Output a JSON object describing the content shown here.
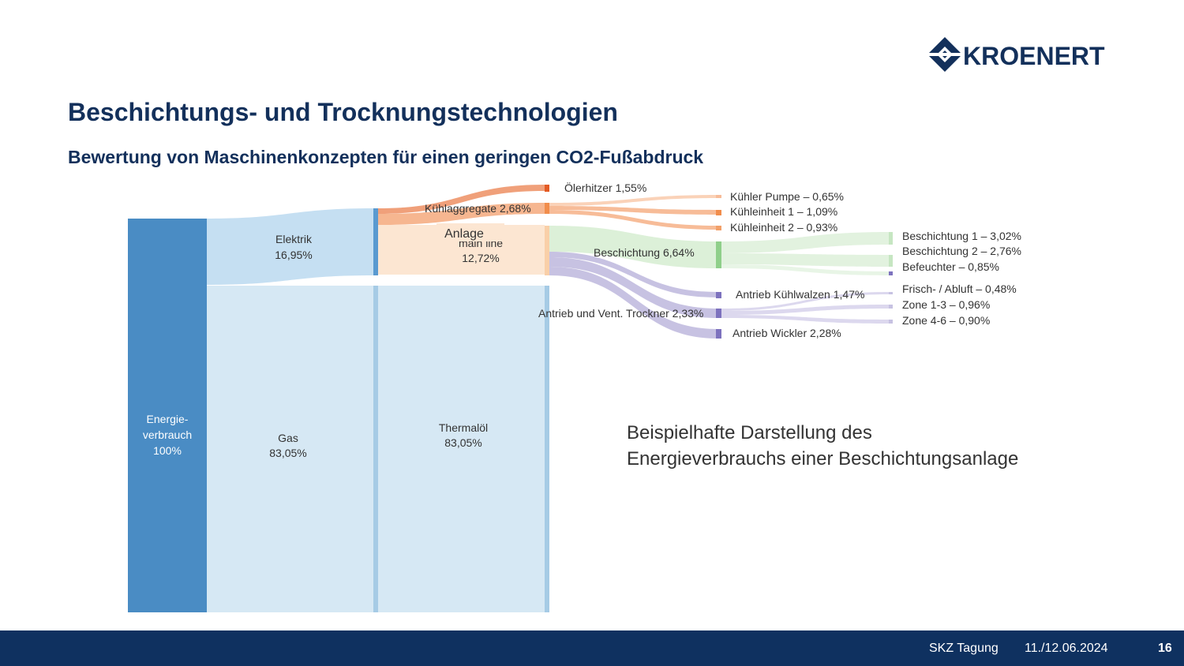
{
  "header": {
    "logo_text": "KROENERT",
    "title": "Beschichtungs- und Trocknungstechnologien",
    "subtitle": "Bewertung von Maschinenkonzepten für einen geringen CO2-Fußabdruck"
  },
  "colors": {
    "title": "#13305b",
    "footer_bg": "#0f3160",
    "root": "#4a8cc4",
    "elektrik": "#c5dff2",
    "gas": "#d6e8f4",
    "anlage": "#fce6d2",
    "kuehlung": "#f4a578",
    "oelerhitzer": "#e8713d",
    "beschichtung": "#a4d8a0",
    "antrieb": "#a7a0d4"
  },
  "diagram": {
    "nodes": {
      "root": {
        "label_1": "Energie-",
        "label_2": "verbrauch",
        "value": "100%"
      },
      "elektrik": {
        "label": "Elektrik",
        "value": "16,95%"
      },
      "gas": {
        "label": "Gas",
        "value": "83,05%"
      },
      "anlage": {
        "label": "Anlage",
        "label_covered": "main line",
        "value": "12,72%"
      },
      "thermaloel": {
        "label": "Thermalöl",
        "value": "83,05%"
      },
      "oelerhitzer": {
        "label": "Ölerhitzer 1,55%"
      },
      "kuehlaggregate": {
        "label": "Kühlaggregate 2,68%"
      },
      "beschichtung": {
        "label": "Beschichtung 6,64%"
      },
      "antrieb_trockner": {
        "label": "Antrieb und Vent. Trockner 2,33%"
      },
      "kuehler_pumpe": {
        "label": "Kühler Pumpe – 0,65%"
      },
      "kuehleinheit_1": {
        "label": "Kühleinheit 1 – 1,09%"
      },
      "kuehleinheit_2": {
        "label": "Kühleinheit 2 – 0,93%"
      },
      "antrieb_kuehlwalzen": {
        "label": "Antrieb Kühlwalzen 1,47%"
      },
      "antrieb_wickler": {
        "label": "Antrieb Wickler 2,28%"
      },
      "beschichtung_1": {
        "label": "Beschichtung 1 – 3,02%"
      },
      "beschichtung_2": {
        "label": "Beschichtung 2 – 2,76%"
      },
      "befeuchter": {
        "label": "Befeuchter – 0,85%"
      },
      "frisch_abluft": {
        "label": "Frisch- / Abluft – 0,48%"
      },
      "zone_1_3": {
        "label": "Zone 1-3 – 0,96%"
      },
      "zone_4_6": {
        "label": "Zone 4-6 – 0,90%"
      }
    }
  },
  "caption": {
    "line1": "Beispielhafte Darstellung des",
    "line2": "Energieverbrauchs einer Beschichtungsanlage"
  },
  "footer": {
    "event": "SKZ Tagung",
    "date": "11./12.06.2024",
    "page": "16"
  }
}
